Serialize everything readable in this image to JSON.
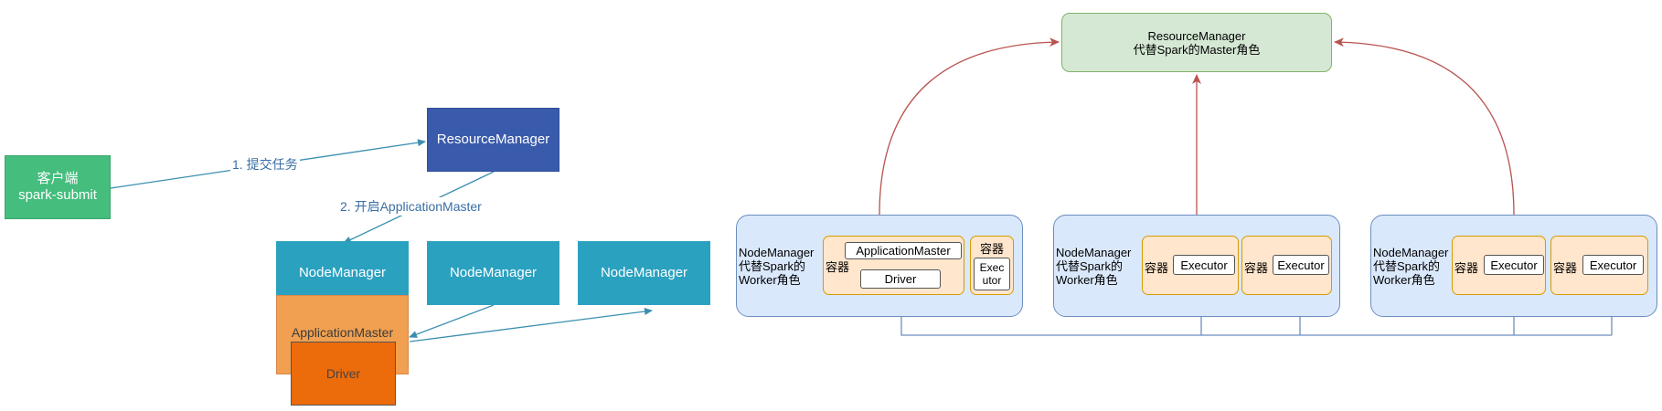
{
  "left_diagram": {
    "client": {
      "line1": "客户端",
      "line2": "spark-submit"
    },
    "resource_manager": "ResourceManager",
    "node_managers": [
      "NodeManager",
      "NodeManager",
      "NodeManager"
    ],
    "application_master": "ApplicationMaster",
    "driver": "Driver",
    "edge_labels": {
      "submit": "1. 提交任务",
      "start_am": "2. 开启ApplicationMaster"
    }
  },
  "right_diagram": {
    "resource_manager": {
      "line1": "ResourceManager",
      "line2": "代替Spark的Master角色"
    },
    "node_groups": [
      {
        "line1": "NodeManager",
        "line2": "代替Spark的",
        "line3": "Worker角色"
      },
      {
        "line1": "NodeManager",
        "line2": "代替Spark的",
        "line3": "Worker角色"
      },
      {
        "line1": "NodeManager",
        "line2": "代替Spark的",
        "line3": "Worker角色"
      }
    ],
    "container_label": "容器",
    "application_master": "ApplicationMaster",
    "driver": "Driver",
    "executor_small_line1": "Exec",
    "executor_small_line2": "utor",
    "executor": "Executor"
  },
  "colors": {
    "arrow_blue": "#3a8fb0",
    "arrow_red": "#b85450",
    "arrow_steel": "#6c8ebf"
  }
}
